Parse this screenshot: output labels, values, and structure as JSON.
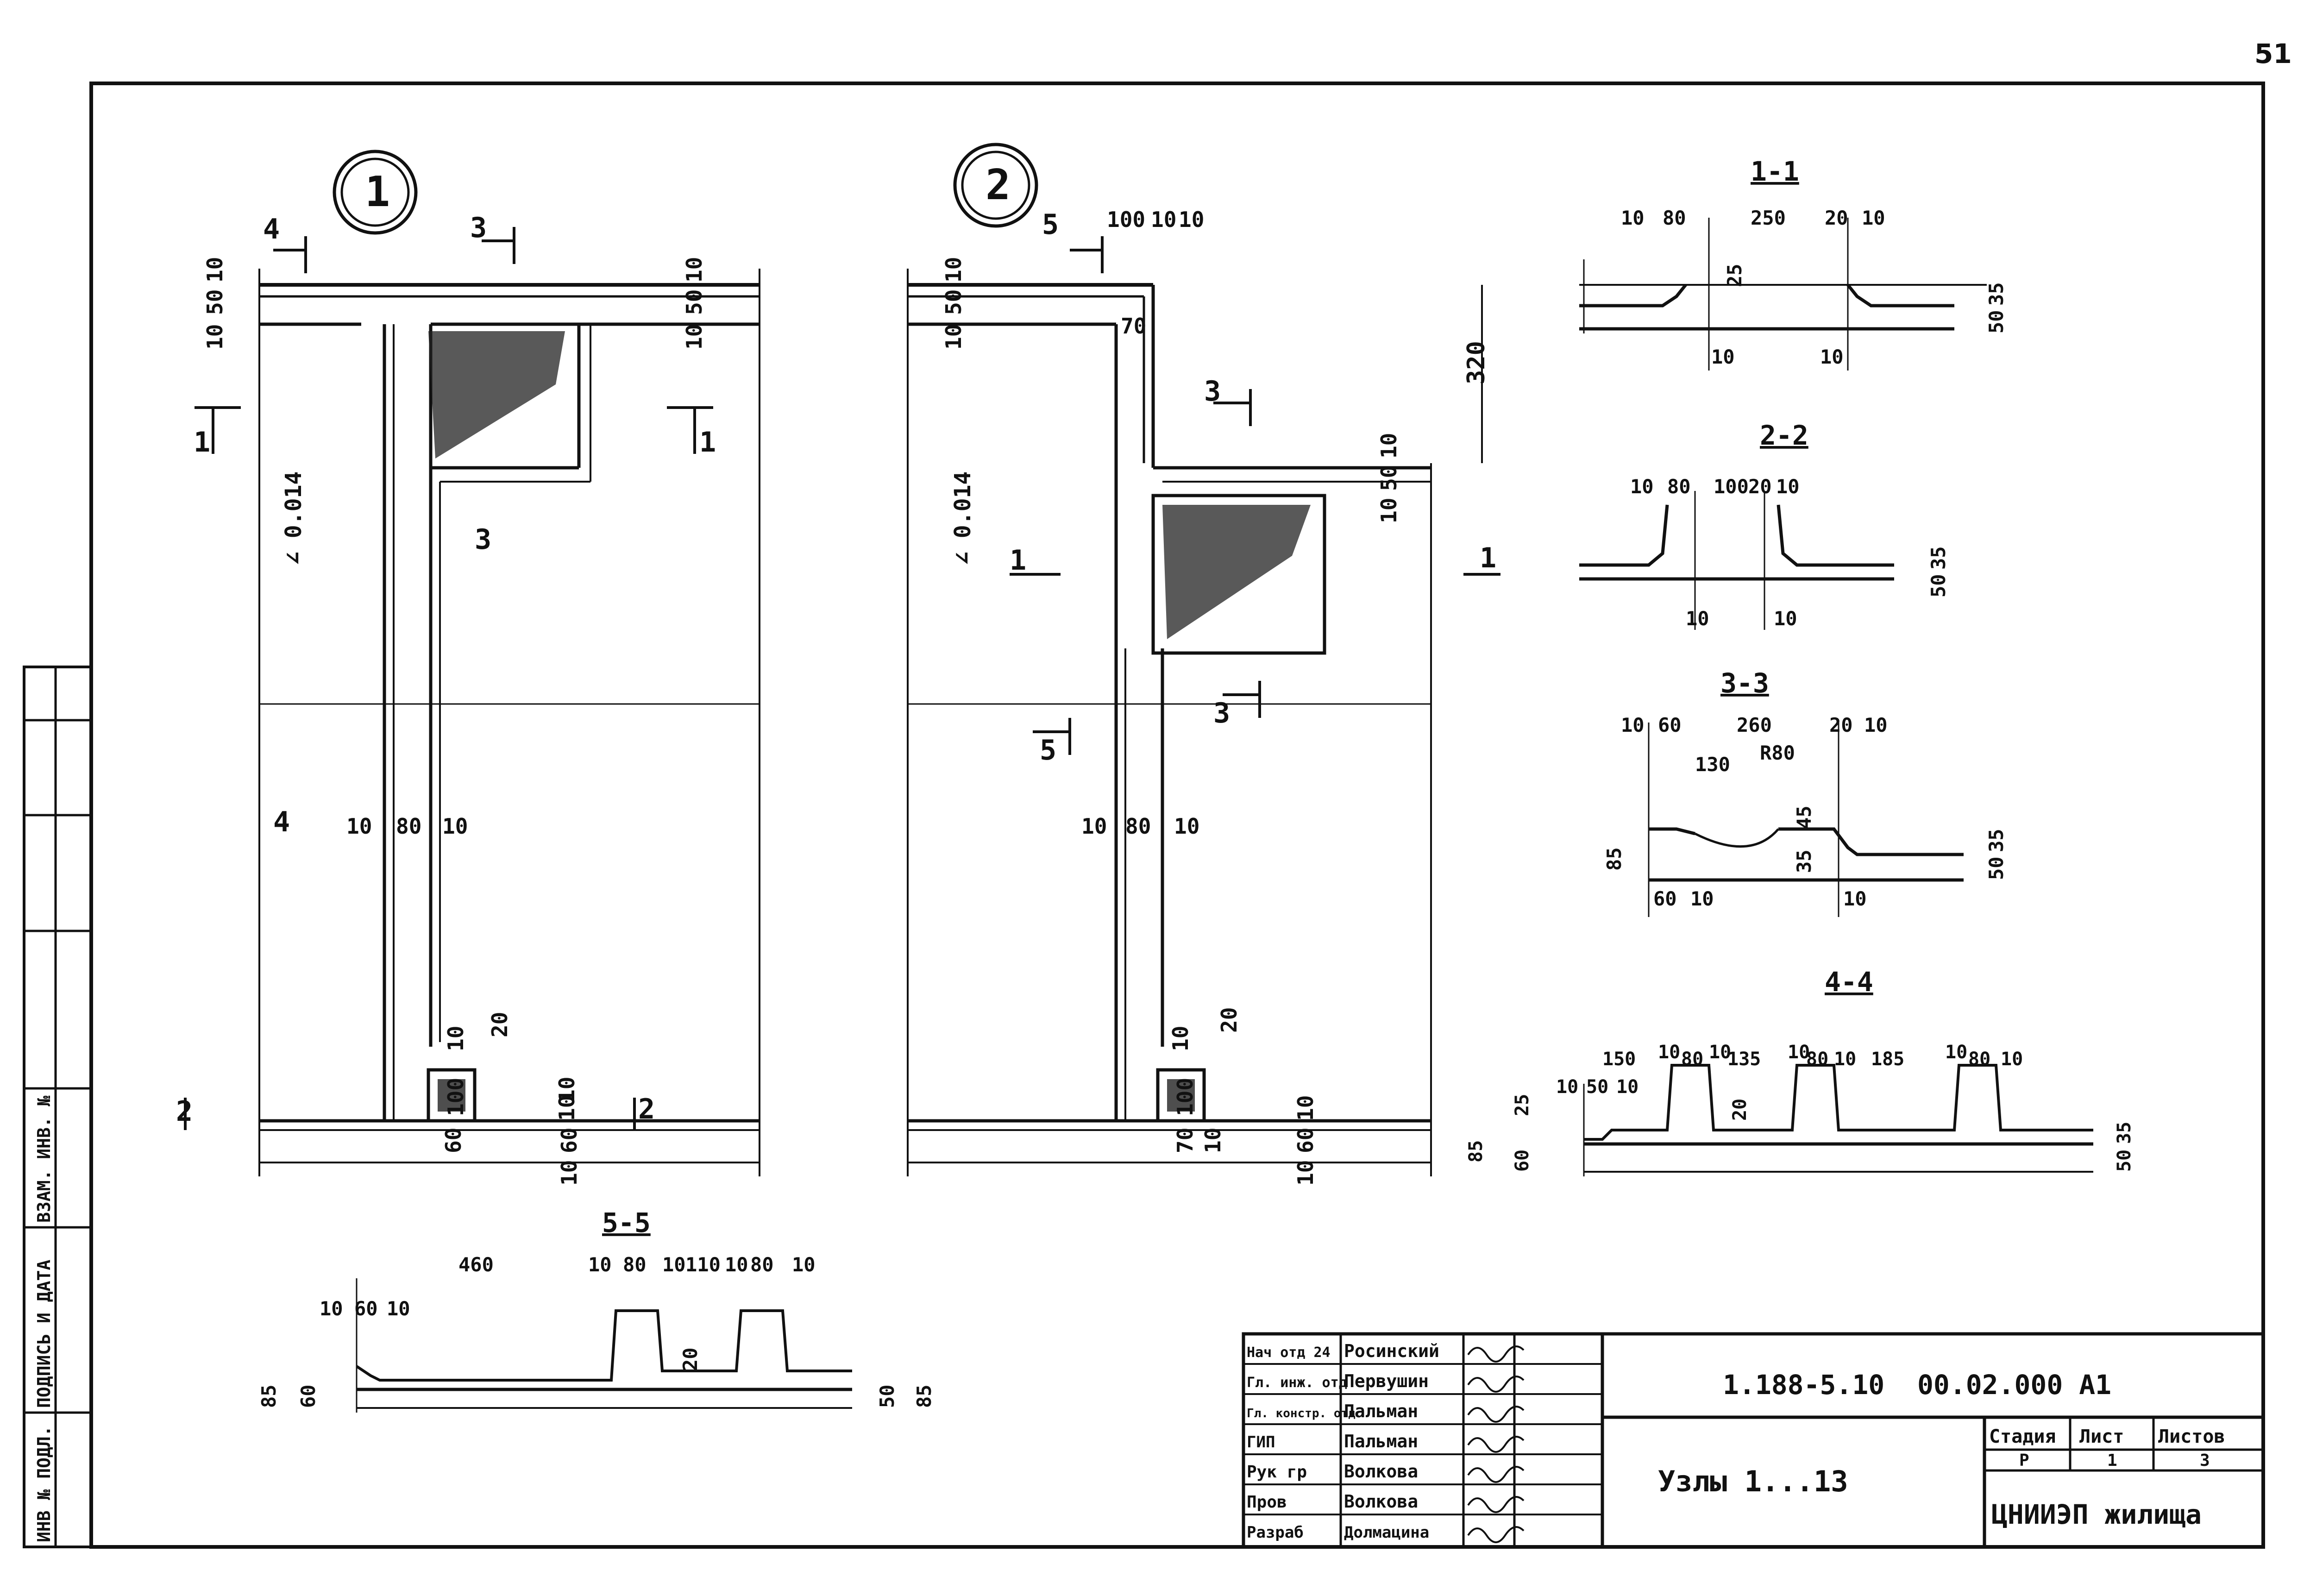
{
  "sheet": {
    "page_number": "51"
  },
  "side_stamp": {
    "col1": "ИНВ № ПОДЛ.",
    "col2": "ПОДПИСЬ И ДАТА",
    "col3": "ВЗАМ. ИНВ. №"
  },
  "nodes": {
    "node1_label": "1",
    "node2_label": "2"
  },
  "node1": {
    "cut_4_top": "4",
    "cut_3_top": "3",
    "cut_1_left": "1",
    "cut_1_right": "1",
    "cut_3_mid": "3",
    "cut_4_left": "4",
    "cut_2_left": "2",
    "cut_2_right": "2",
    "slope": "∠ 0.014",
    "dim_10_a": "10",
    "dim_50_a": "50",
    "dim_10_b": "10",
    "dim_10_c": "10",
    "dim_50_b": "50",
    "dim_10_d": "10",
    "dim_wall_10a": "10",
    "dim_wall_80": "80",
    "dim_wall_10b": "10",
    "dim_bot_10": "10",
    "dim_bot_20": "20",
    "dim_bot_100": "100",
    "dim_bot_60a": "60",
    "dim_bot_10b": "10",
    "dim_bot_60b": "60",
    "dim_bot_10c": "10",
    "dim_bot_10d": "10"
  },
  "node2": {
    "cut_5_top": "5",
    "dim_100": "100",
    "dim_10e": "10",
    "dim_10f": "10",
    "dim_10_a": "10",
    "dim_50_a": "50",
    "dim_10_b": "10",
    "dim_70": "70",
    "dim_320": "320",
    "cut_3_top": "3",
    "dim_50_c": "50",
    "dim_10_g": "10",
    "dim_10_h": "10",
    "slope": "∠ 0.014",
    "cut_1_left": "1",
    "cut_1_right": "1",
    "cut_3_mid": "3",
    "cut_5_mid": "5",
    "dim_wall_10a": "10",
    "dim_wall_80": "80",
    "dim_wall_10b": "10",
    "dim_20": "20",
    "dim_10_i": "10",
    "dim_100_b": "100",
    "dim_70_b": "70",
    "dim_10_j": "10",
    "dim_10_k": "10",
    "dim_60": "60",
    "dim_10_l": "10"
  },
  "sections": {
    "s11": {
      "title": "1-1",
      "d1": "10",
      "d2": "80",
      "d3": "250",
      "d4": "20",
      "d5": "10",
      "d6": "25",
      "d7": "10",
      "d8": "10",
      "d9": "50",
      "d10": "35"
    },
    "s22": {
      "title": "2-2",
      "d1": "10",
      "d2": "80",
      "d3": "100",
      "d4": "20",
      "d5": "10",
      "d6": "10",
      "d7": "10",
      "d8": "50",
      "d9": "35"
    },
    "s33": {
      "title": "3-3",
      "d1": "10",
      "d2": "60",
      "d3": "260",
      "d4": "20",
      "d5": "10",
      "d6": "130",
      "d7": "R80",
      "d8": "45",
      "d9": "35",
      "d10": "85",
      "d11": "60",
      "d12": "10",
      "d13": "10",
      "d14": "50",
      "d15": "35"
    },
    "s44": {
      "title": "4-4",
      "d1": "150",
      "d2": "10",
      "d3": "80",
      "d4": "10",
      "d5": "135",
      "d6": "10",
      "d7": "80",
      "d8": "10",
      "d9": "185",
      "d10": "10",
      "d11": "80",
      "d12": "10",
      "d13": "10",
      "d14": "50",
      "d15": "10",
      "d16": "25",
      "d17": "20",
      "d18": "85",
      "d19": "60",
      "d20": "50",
      "d21": "35"
    },
    "s55": {
      "title": "5-5",
      "d1": "460",
      "d2": "10",
      "d3": "80",
      "d4": "10",
      "d5": "110",
      "d6": "10",
      "d7": "80",
      "d8": "10",
      "d9": "10",
      "d10": "60",
      "d11": "10",
      "d12": "20",
      "d13": "85",
      "d14": "60",
      "d15": "50",
      "d16": "85"
    }
  },
  "title_block": {
    "doc_code": "1.188-5.10",
    "doc_number": "00.02.000 А1",
    "drawing_title": "Узлы 1...13",
    "stage_header": "Стадия",
    "sheet_header": "Лист",
    "sheets_header": "Листов",
    "stage_value": "Р",
    "sheet_value": "1",
    "sheets_value": "3",
    "organization": "ЦНИИЭП жилища",
    "signatures": [
      {
        "role": "Нач отд 24",
        "name": "Росинский"
      },
      {
        "role": "Гл. инж. отд",
        "name": "Первушин"
      },
      {
        "role": "Гл. констр. отд",
        "name": "Пальман"
      },
      {
        "role": "ГИП",
        "name": "Пальман"
      },
      {
        "role": "Рук гр",
        "name": "Волкова"
      },
      {
        "role": "Пров",
        "name": "Волкова"
      },
      {
        "role": "Разраб",
        "name": "Долмацина"
      }
    ]
  }
}
